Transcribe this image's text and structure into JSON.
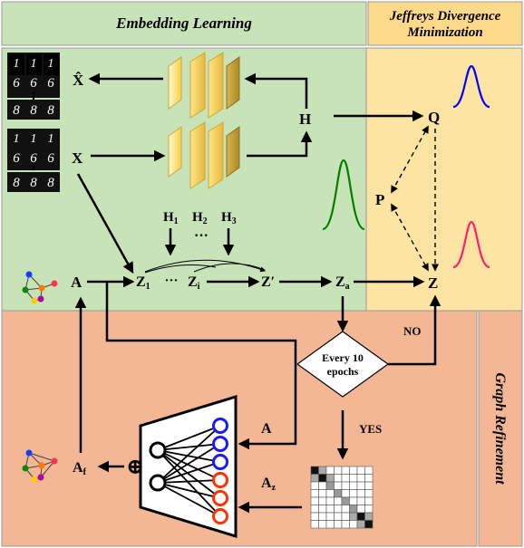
{
  "headers": {
    "embedding": "Embedding Learning",
    "jeffreys_line1": "Jeffreys Divergence",
    "jeffreys_line2": "Minimization",
    "graph_refinement": "Graph Refinement"
  },
  "labels": {
    "x_hat": "X̂",
    "x": "X",
    "h": "H",
    "q": "Q",
    "p": "P",
    "z": "Z",
    "a": "A",
    "h1": "H",
    "h1_sub": "1",
    "h2": "H",
    "h2_sub": "2",
    "h3": "H",
    "h3_sub": "3",
    "dots": "···",
    "z1": "Z",
    "z1_sub": "1",
    "zi": "Z",
    "zi_sub": "i",
    "z_prime": "Z′",
    "za": "Z",
    "za_sub": "a",
    "af": "A",
    "af_sub": "f",
    "a_mid": "A",
    "az": "A",
    "az_sub": "z",
    "no": "NO",
    "yes": "YES",
    "decision_line1": "Every 10",
    "decision_line2": "epochs",
    "plus": "⊕"
  },
  "digits": {
    "row_top": [
      "1",
      "1",
      "1"
    ],
    "row_mid": [
      "6",
      "6",
      "6"
    ],
    "row_bot": [
      "8",
      "8",
      "8"
    ]
  },
  "colors": {
    "green_panel": "#c9e3b8",
    "yellow_panel": "#fde4a3",
    "orange_panel": "#f4b795",
    "header_green": "#c9e3b8",
    "header_yellow": "#fdd98a",
    "curve_blue": "#0000ff",
    "curve_green": "#008000",
    "curve_pink": "#ff1f6b",
    "node_blue": "#1a1aff",
    "node_red": "#ff3300"
  }
}
